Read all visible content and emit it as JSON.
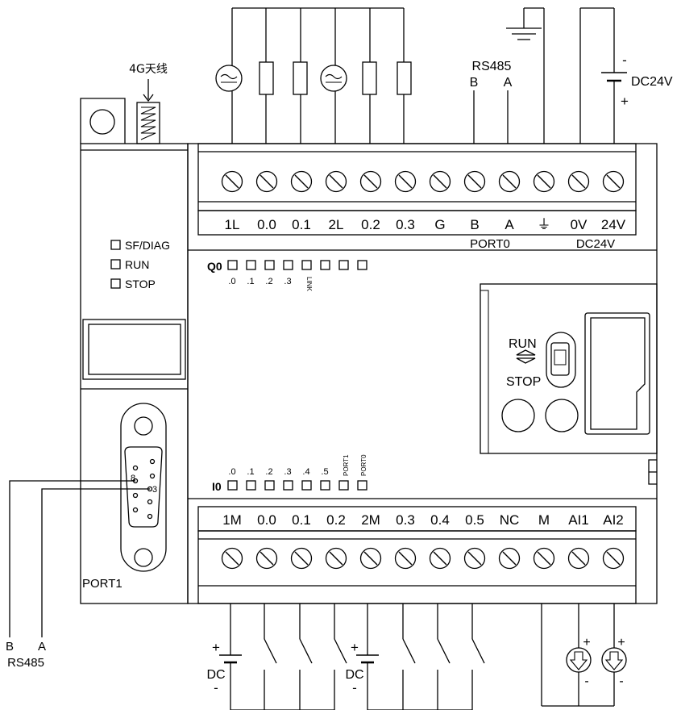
{
  "antenna": {
    "label": "4G天线"
  },
  "top_terminals": [
    "1L",
    "0.0",
    "0.1",
    "2L",
    "0.2",
    "0.3",
    "G",
    "B",
    "A",
    "⏚",
    "0V",
    "24V"
  ],
  "top_group_labels": {
    "port0": "PORT0",
    "dc24v": "DC24V"
  },
  "rs485_top": {
    "title": "RS485",
    "b": "B",
    "a": "A"
  },
  "power_top": {
    "label": "DC24V",
    "minus": "-",
    "plus": "+"
  },
  "status_leds": [
    "SF/DIAG",
    "RUN",
    "STOP"
  ],
  "q_block": {
    "label": "Q0",
    "bits": [
      ".0",
      ".1",
      ".2",
      ".3"
    ],
    "link": "LINK"
  },
  "i_block": {
    "label": "I0",
    "bits": [
      ".0",
      ".1",
      ".2",
      ".3",
      ".4",
      ".5"
    ],
    "port1": "PORT1",
    "port0": "PORT0"
  },
  "switch": {
    "run": "RUN",
    "stop": "STOP"
  },
  "db9": {
    "port_label": "PORT1",
    "pin8": "8",
    "pin3": "3"
  },
  "rs485_bottom": {
    "b": "B",
    "a": "A",
    "title": "RS485"
  },
  "bottom_terminals": [
    "1M",
    "0.0",
    "0.1",
    "0.2",
    "2M",
    "0.3",
    "0.4",
    "0.5",
    "NC",
    "M",
    "AI1",
    "AI2"
  ],
  "bottom_supply": {
    "label": "DC",
    "plus": "+",
    "minus": "-"
  },
  "sensor_signs": {
    "plus": "+",
    "minus": "-"
  }
}
